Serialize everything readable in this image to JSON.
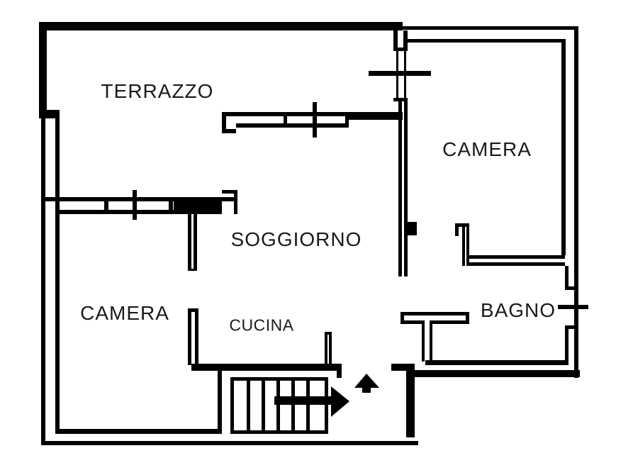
{
  "document": {
    "type": "apartment-floor-plan"
  },
  "rooms": {
    "terrazzo": {
      "label": "TERRAZZO"
    },
    "camera_top_right": {
      "label": "CAMERA"
    },
    "soggiorno": {
      "label": "SOGGIORNO"
    },
    "camera_bottom_left": {
      "label": "CAMERA"
    },
    "cucina": {
      "label": "CUCINA"
    },
    "bagno": {
      "label": "BAGNO"
    }
  },
  "icons": {
    "stairs_direction_arrow": "right-arrow",
    "entrance_up_arrow": "up-arrow",
    "window_symbol": "wall-gap-with-tick"
  },
  "colors": {
    "wall": "#000000",
    "background": "#ffffff",
    "text": "#1a1a1a"
  }
}
